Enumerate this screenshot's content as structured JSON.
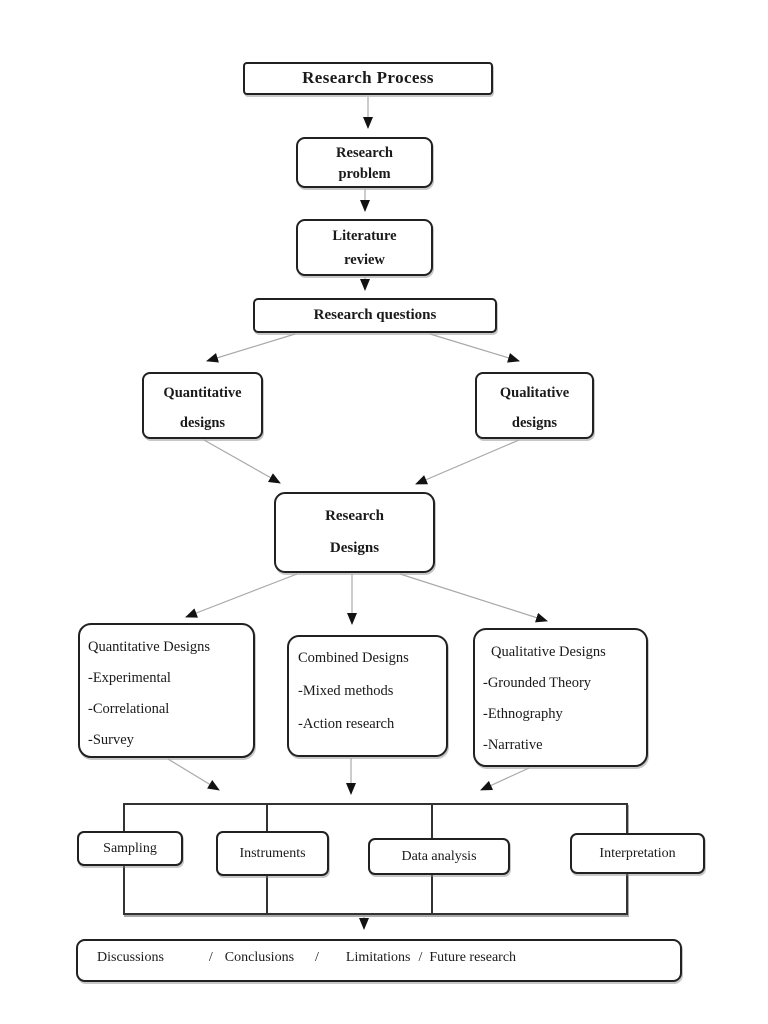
{
  "diagram": {
    "type": "flowchart",
    "title": "Research Process",
    "nodes": {
      "research_process": {
        "label": "Research Process"
      },
      "research_problem": {
        "line1": "Research",
        "line2": "problem"
      },
      "literature_review": {
        "line1": "Literature",
        "line2": "review"
      },
      "research_questions": {
        "label": "Research questions"
      },
      "quantitative_designs": {
        "line1": "Quantitative",
        "line2": "designs"
      },
      "qualitative_designs": {
        "line1": "Qualitative",
        "line2": "designs"
      },
      "research_designs": {
        "line1": "Research",
        "line2": "Designs"
      },
      "quantitative_list": {
        "title": "Quantitative Designs",
        "items": [
          "-Experimental",
          "-Correlational",
          "-Survey"
        ]
      },
      "combined_list": {
        "title": "Combined Designs",
        "items": [
          "-Mixed methods",
          "-Action research"
        ]
      },
      "qualitative_list": {
        "title": "Qualitative Designs",
        "items": [
          "-Grounded Theory",
          "-Ethnography",
          "-Narrative"
        ]
      },
      "sampling": {
        "label": "Sampling"
      },
      "instruments": {
        "label": "Instruments"
      },
      "data_analysis": {
        "label": "Data analysis"
      },
      "interpretation": {
        "label": "Interpretation"
      },
      "summary": {
        "parts": [
          "Discussions",
          "/",
          "Conclusions",
          "/",
          "Limitations",
          "/",
          "Future research"
        ]
      }
    },
    "colors": {
      "box_border": "#212121",
      "connector_line": "#a9a9a9",
      "arrowhead": "#121212",
      "text": "#1a1a1a",
      "background": "#ffffff"
    }
  }
}
